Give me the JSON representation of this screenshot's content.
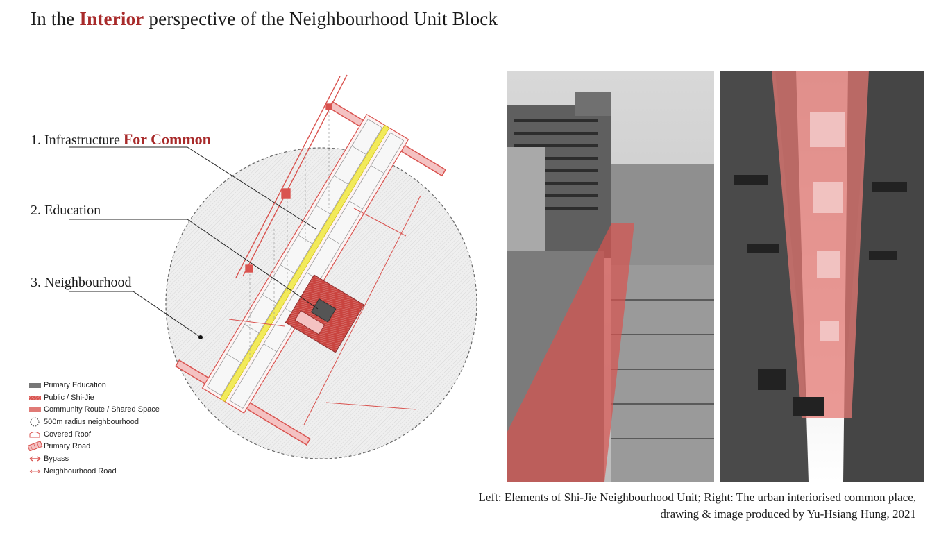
{
  "title": {
    "prefix": "In the ",
    "highlight": "Interior",
    "suffix": " perspective of the Neighbourhood Unit Block"
  },
  "elements": [
    {
      "number": "1.",
      "label": "Infrastructure",
      "highlight": "For Common"
    },
    {
      "number": "2.",
      "label": "Education",
      "highlight": ""
    },
    {
      "number": "3.",
      "label": "Neighbourhood",
      "highlight": ""
    }
  ],
  "legend": [
    {
      "label": "Primary Education",
      "icon": "grey-block-icon"
    },
    {
      "label": "Public / Shi-Jie",
      "icon": "hatched-red-block-icon"
    },
    {
      "label": "Community Route / Shared Space",
      "icon": "red-block-icon"
    },
    {
      "label": "500m radius neighbourhood",
      "icon": "dashed-circle-icon"
    },
    {
      "label": "Covered Roof",
      "icon": "roof-outline-icon"
    },
    {
      "label": "Primary Road",
      "icon": "primary-road-icon"
    },
    {
      "label": "Bypass",
      "icon": "double-arrow-icon"
    },
    {
      "label": "Neighbourhood Road",
      "icon": "thin-double-arrow-icon"
    }
  ],
  "caption": {
    "line1": "Left: Elements of Shi-Jie Neighbourhood Unit; Right: The urban interiorised common place,",
    "line2": "drawing & image produced by Yu-Hsiang Hung, 2021"
  },
  "colors": {
    "accent": "#a82a2a",
    "diagram_red": "#d9534f",
    "highlight_yellow": "#f2ea5a",
    "circle_fill": "#efefef"
  }
}
